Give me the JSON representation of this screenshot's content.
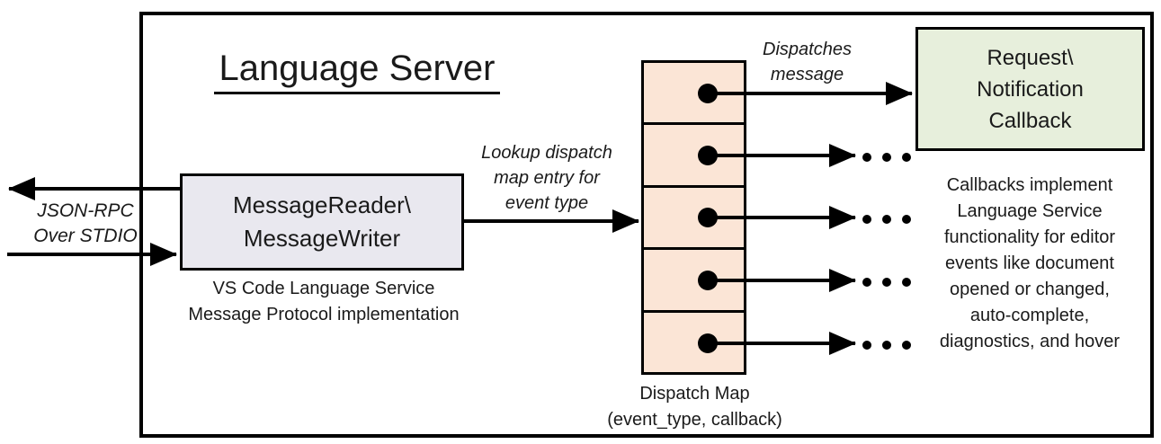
{
  "diagram": {
    "title": "Language Server",
    "io_label": [
      "JSON-RPC",
      "Over STDIO"
    ],
    "message_box": {
      "label": [
        "MessageReader\\",
        "MessageWriter"
      ],
      "caption": [
        "VS Code Language Service",
        "Message Protocol implementation"
      ]
    },
    "lookup_label": [
      "Lookup dispatch",
      "map entry for",
      "event type"
    ],
    "dispatches_label": [
      "Dispatches",
      "message"
    ],
    "dispatch_map": {
      "label": [
        "Dispatch Map",
        "(event_type, callback)"
      ],
      "cell_count": 5
    },
    "callback_box": {
      "label": [
        "Request\\",
        "Notification",
        "Callback"
      ]
    },
    "callbacks_note": [
      "Callbacks implement",
      "Language Service",
      "functionality for editor",
      "events like document",
      "opened or changed,",
      "auto-complete,",
      "diagnostics, and hover"
    ],
    "colors": {
      "dispatch_cell_fill": "#fbe5d6",
      "message_box_fill": "#e9e8ef",
      "callback_box_fill": "#e7efdc",
      "line": "#000000"
    }
  }
}
